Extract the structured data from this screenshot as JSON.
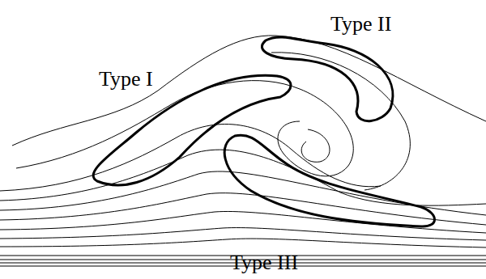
{
  "diagram": {
    "labels": [
      "Type I",
      "Type II",
      "Type III"
    ]
  }
}
